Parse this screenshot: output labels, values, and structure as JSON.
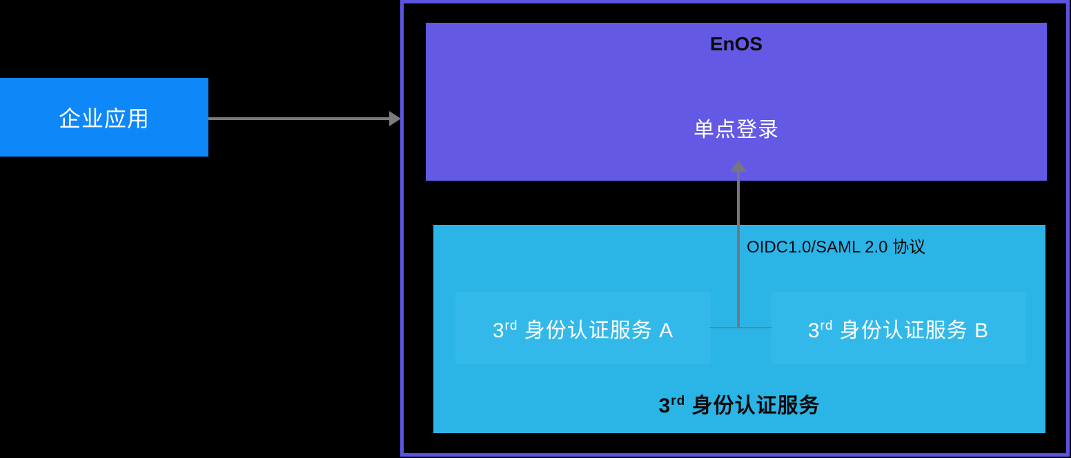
{
  "colors": {
    "background": "#000000",
    "enterprise_blue": "#0E87F8",
    "container_border": "#5A54E0",
    "enos_purple": "#6459E4",
    "idp_cyan": "#2BB5E7",
    "idp_sub_cyan": "#32B9E9",
    "arrow_gray": "#7B7B7B",
    "text_white": "#FFFFFF",
    "text_black": "#0A0A0A"
  },
  "nodes": {
    "enterprise_app": {
      "label": "企业应用"
    },
    "enos": {
      "title": "EnOS",
      "sso_label": "单点登录"
    },
    "idp_group": {
      "service_a": {
        "base": "3",
        "sup": "rd",
        "rest": " 身份认证服务 A"
      },
      "service_b": {
        "base": "3",
        "sup": "rd",
        "rest": " 身份认证服务 B"
      },
      "title": {
        "base": "3",
        "sup": "rd",
        "rest": " 身份认证服务"
      }
    }
  },
  "edges": {
    "protocol_label": "OIDC1.0/SAML 2.0 协议"
  }
}
